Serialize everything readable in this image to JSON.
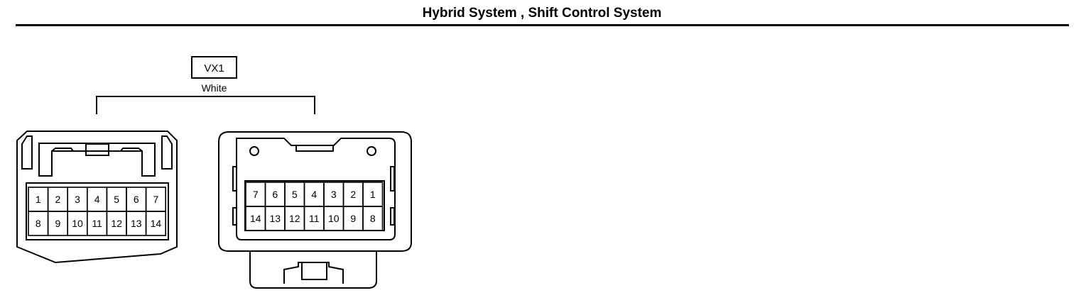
{
  "header": {
    "title": "Hybrid System , Shift Control System"
  },
  "connector": {
    "code": "VX1",
    "color": "White"
  },
  "left_connector": {
    "row1": [
      "1",
      "2",
      "3",
      "4",
      "5",
      "6",
      "7"
    ],
    "row2": [
      "8",
      "9",
      "10",
      "11",
      "12",
      "13",
      "14"
    ]
  },
  "right_connector": {
    "row1": [
      "7",
      "6",
      "5",
      "4",
      "3",
      "2",
      "1"
    ],
    "row2": [
      "14",
      "13",
      "12",
      "11",
      "10",
      "9",
      "8"
    ]
  }
}
